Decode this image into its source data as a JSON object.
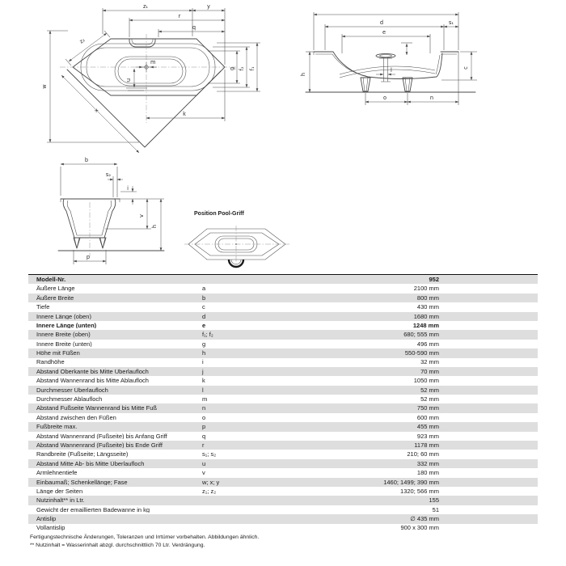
{
  "drawings": {
    "top_view": {
      "labels": {
        "z1": "z₁",
        "y": "y",
        "r": "r",
        "q": "q",
        "z2": "z₂",
        "w": "w",
        "x": "x",
        "k": "k",
        "m": "m",
        "u": "u",
        "g": "g",
        "f2": "f₂",
        "f1": "f₁"
      }
    },
    "side_view": {
      "labels": {
        "d": "d",
        "e": "e",
        "s1": "s₁",
        "h": "h",
        "c": "c",
        "l": "l",
        "o": "o",
        "n": "n"
      }
    },
    "end_view": {
      "labels": {
        "b": "b",
        "s2": "s₂",
        "i": "i",
        "v": "v",
        "h": "h",
        "p": "p"
      }
    },
    "pool_grip": {
      "title": "Position Pool-Griff"
    }
  },
  "table": {
    "header": {
      "label": "Modell-Nr.",
      "symbol": "",
      "value": "952"
    },
    "rows": [
      {
        "label": "Äußere Länge",
        "symbol": "a",
        "value": "2100 mm"
      },
      {
        "label": "Äußere Breite",
        "symbol": "b",
        "value": "800 mm"
      },
      {
        "label": "Tiefe",
        "symbol": "c",
        "value": "430 mm"
      },
      {
        "label": "Innere Länge (oben)",
        "symbol": "d",
        "value": "1680 mm"
      },
      {
        "label": "Innere Länge (unten)",
        "symbol": "e",
        "value": "1248 mm",
        "bold": true
      },
      {
        "label": "Innere Breite (oben)",
        "symbol": "f₁; f₂",
        "value": "680; 555 mm"
      },
      {
        "label": "Innere Breite (unten)",
        "symbol": "g",
        "value": "496 mm"
      },
      {
        "label": "Höhe mit Füßen",
        "symbol": "h",
        "value": "550-590 mm"
      },
      {
        "label": "Randhöhe",
        "symbol": "i",
        "value": "32 mm"
      },
      {
        "label": "Abstand Oberkante bis Mitte Überlaufloch",
        "symbol": "j",
        "value": "70 mm"
      },
      {
        "label": "Abstand Wannenrand bis Mitte Ablaufloch",
        "symbol": "k",
        "value": "1050 mm"
      },
      {
        "label": "Durchmesser Überlaufloch",
        "symbol": "l",
        "value": "52 mm"
      },
      {
        "label": "Durchmesser Ablaufloch",
        "symbol": "m",
        "value": "52 mm"
      },
      {
        "label": "Abstand Fußseite Wannenrand bis Mitte Fuß",
        "symbol": "n",
        "value": "750 mm"
      },
      {
        "label": "Abstand zwischen den Füßen",
        "symbol": "o",
        "value": "600 mm"
      },
      {
        "label": "Fußbreite max.",
        "symbol": "p",
        "value": "455 mm"
      },
      {
        "label": "Abstand Wannenrand (Fußseite) bis Anfang Griff",
        "symbol": "q",
        "value": "923 mm"
      },
      {
        "label": "Abstand Wannenrand (Fußseite) bis Ende Griff",
        "symbol": "r",
        "value": "1178 mm"
      },
      {
        "label": "Randbreite (Fußseite; Längsseite)",
        "symbol": "s₁; s₂",
        "value": "210; 60 mm"
      },
      {
        "label": "Abstand Mitte Ab- bis Mitte Überlaufloch",
        "symbol": "u",
        "value": "332 mm"
      },
      {
        "label": "Armlehnentiefe",
        "symbol": "v",
        "value": "180 mm"
      },
      {
        "label": "Einbaumaß; Schenkellänge; Fase",
        "symbol": "w; x; y",
        "value": "1460; 1499; 390 mm"
      },
      {
        "label": "Länge der Seiten",
        "symbol": "z₁; z₂",
        "value": "1320; 566 mm"
      },
      {
        "label": "Nutzinhalt** in Ltr.",
        "symbol": "",
        "value": "155"
      },
      {
        "label": "Gewicht der emaillierten Badewanne in kg",
        "symbol": "",
        "value": "51"
      },
      {
        "label": "Antislip",
        "symbol": "",
        "value": "∅ 435 mm"
      },
      {
        "label": "Vollantislip",
        "symbol": "",
        "value": "900 x 300 mm"
      }
    ]
  },
  "footnotes": [
    "Fertigungstechnische Änderungen, Toleranzen und Irrtümer vorbehalten. Abbildungen ähnlich.",
    "** Nutzinhalt = Wasserinhalt abzgl. durchschnittlich 70 Ltr. Verdrängung."
  ],
  "colors": {
    "row_alt_bg": "#dedede",
    "line": "#4a4a4a",
    "text": "#1a1a1a"
  }
}
